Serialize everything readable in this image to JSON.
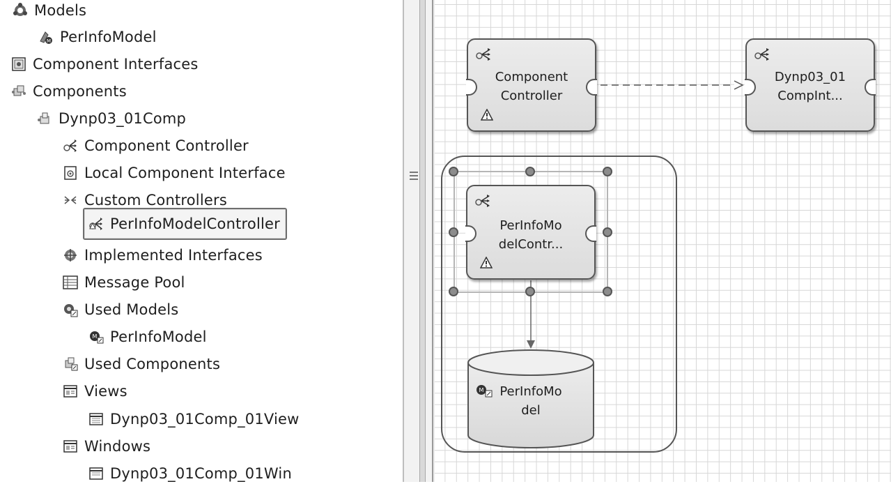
{
  "tree": {
    "items": [
      {
        "label": "Models",
        "icon": "models-icon"
      },
      {
        "label": "PerInfoModel",
        "icon": "model-icon"
      },
      {
        "label": "Component Interfaces",
        "icon": "component-interfaces-icon"
      },
      {
        "label": "Components",
        "icon": "components-icon"
      },
      {
        "label": "Dynp03_01Comp",
        "icon": "component-icon"
      },
      {
        "label": "Component Controller",
        "icon": "component-controller-icon"
      },
      {
        "label": "Local Component Interface",
        "icon": "local-interface-icon"
      },
      {
        "label": "Custom Controllers",
        "icon": "custom-controllers-icon"
      },
      {
        "label": "PerInfoModelController",
        "icon": "custom-controller-icon"
      },
      {
        "label": "Implemented Interfaces",
        "icon": "implemented-interfaces-icon"
      },
      {
        "label": "Message Pool",
        "icon": "message-pool-icon"
      },
      {
        "label": "Used Models",
        "icon": "used-models-icon"
      },
      {
        "label": "PerInfoModel",
        "icon": "used-model-icon"
      },
      {
        "label": "Used Components",
        "icon": "used-components-icon"
      },
      {
        "label": "Views",
        "icon": "views-icon"
      },
      {
        "label": "Dynp03_01Comp_01View",
        "icon": "view-icon"
      },
      {
        "label": "Windows",
        "icon": "windows-icon"
      },
      {
        "label": "Dynp03_01Comp_01Win",
        "icon": "window-icon"
      }
    ],
    "selected": "PerInfoModelController"
  },
  "diagram": {
    "component_controller": {
      "line1": "Component",
      "line2": "Controller"
    },
    "comp_interface": {
      "line1": "Dynp03_01",
      "line2": "CompInt..."
    },
    "custom_controller": {
      "line1": "PerInfoMo",
      "line2": "delContr..."
    },
    "model": {
      "line1": "PerInfoMo",
      "line2": "del"
    }
  },
  "colors": {
    "border": "#555555",
    "grid": "#d7d7d7",
    "node_fill": "#e4e4e4"
  }
}
